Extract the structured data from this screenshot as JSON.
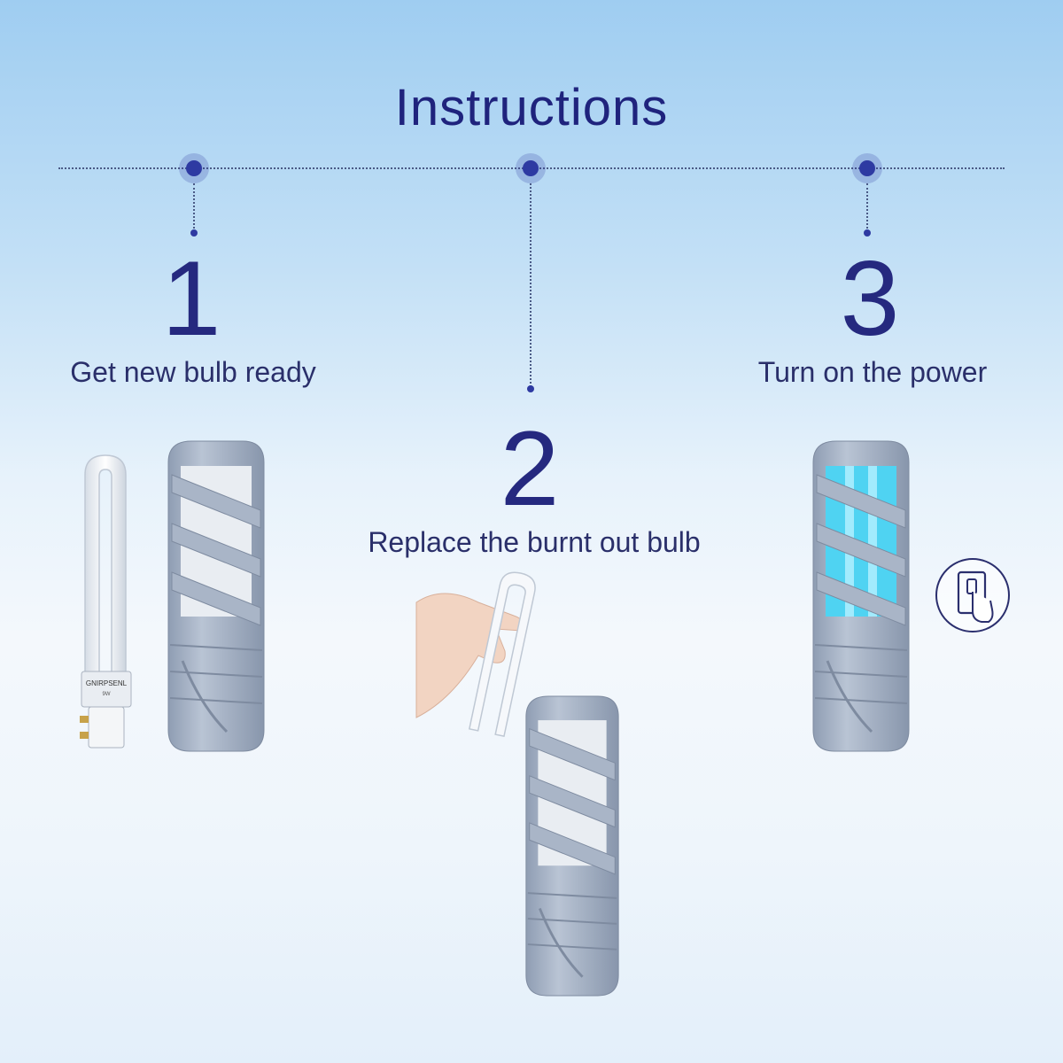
{
  "title": "Instructions",
  "steps": [
    {
      "number": "1",
      "label": "Get new bulb ready"
    },
    {
      "number": "2",
      "label": "Replace the burnt out bulb"
    },
    {
      "number": "3",
      "label": "Turn on the power"
    }
  ],
  "bulb_text": {
    "line1": "GNIRPSENL",
    "line2": "9W"
  },
  "icons": [
    "bulb-icon",
    "hand-icon",
    "power-switch-icon"
  ],
  "colors": {
    "accent": "#2e3aa2",
    "text": "#1f237d",
    "device": "#a7b3c6",
    "glow": "#4fd3f2"
  }
}
